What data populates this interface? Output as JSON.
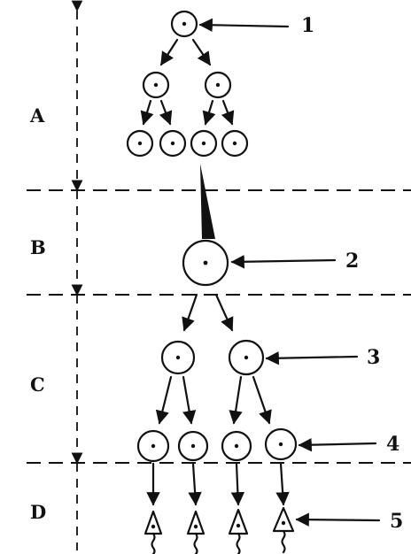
{
  "stages": [
    {
      "key": "a",
      "label": "A"
    },
    {
      "key": "b",
      "label": "B"
    },
    {
      "key": "c",
      "label": "C"
    },
    {
      "key": "d",
      "label": "D"
    }
  ],
  "callouts": [
    {
      "key": "1",
      "label": "1"
    },
    {
      "key": "2",
      "label": "2"
    },
    {
      "key": "3",
      "label": "3"
    },
    {
      "key": "4",
      "label": "4"
    },
    {
      "key": "5",
      "label": "5"
    }
  ],
  "colors": {
    "ink": "#111111",
    "background": "#ffffff"
  }
}
